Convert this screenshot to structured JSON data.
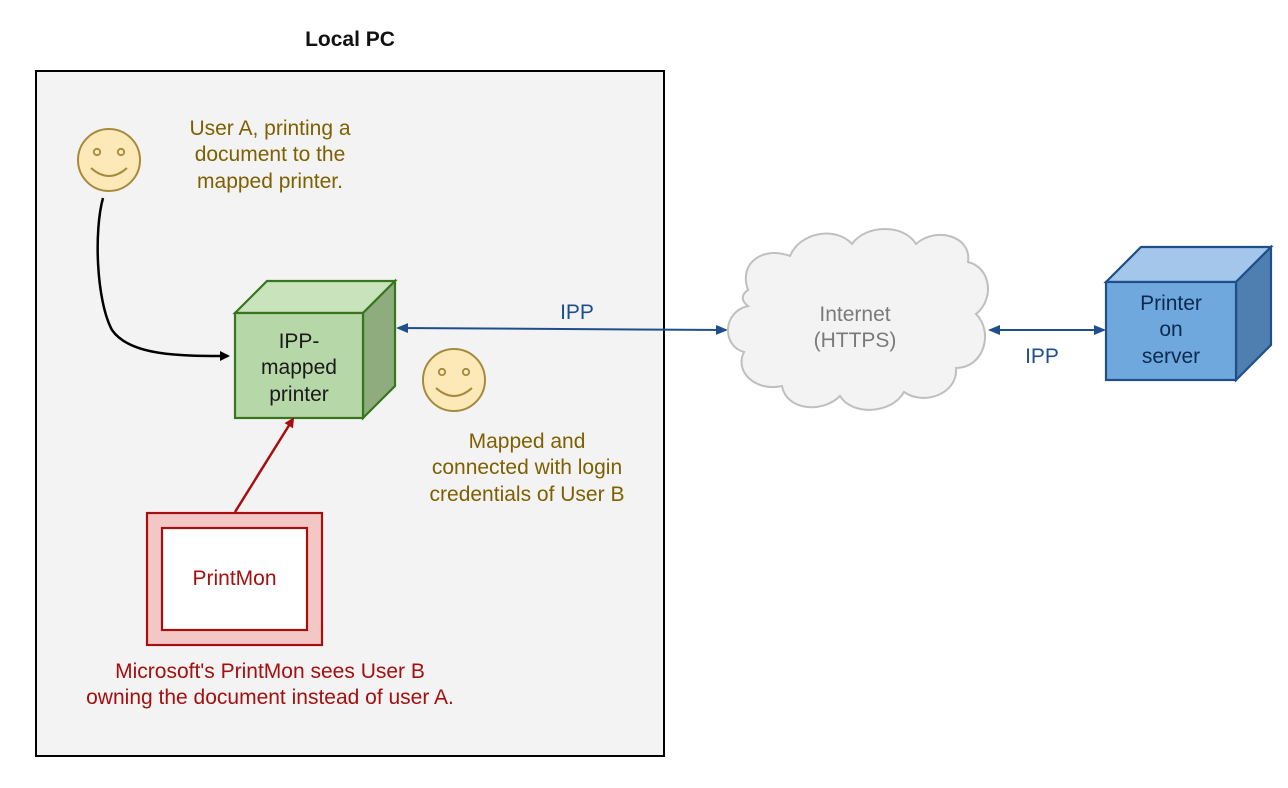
{
  "diagram": {
    "title": "Local PC",
    "user_a": {
      "caption": [
        "User A, printing a",
        "document to the",
        "mapped printer."
      ]
    },
    "ipp_printer": {
      "label": [
        "IPP-",
        "mapped",
        "printer"
      ]
    },
    "user_b": {
      "caption": [
        "Mapped and",
        "connected with login",
        "credentials of User B"
      ]
    },
    "printmon": {
      "label": "PrintMon",
      "caption": [
        "Microsoft's PrintMon sees User B",
        "owning the document instead of user A."
      ]
    },
    "internet": {
      "label": [
        "Internet",
        "(HTTPS)"
      ]
    },
    "server_printer": {
      "label": [
        "Printer",
        "on",
        "server"
      ]
    },
    "link_local": "IPP",
    "link_server": "IPP",
    "colors": {
      "user_text": "#7f6000",
      "ipp_text": "#1f4e8c",
      "printmon_red": "#a50f0f",
      "cube_green": "#b6d7a8",
      "server_blue": "#6fa8dc",
      "cloud_grey": "#bfbfbf",
      "smiley_fill": "#fde9b8"
    }
  }
}
